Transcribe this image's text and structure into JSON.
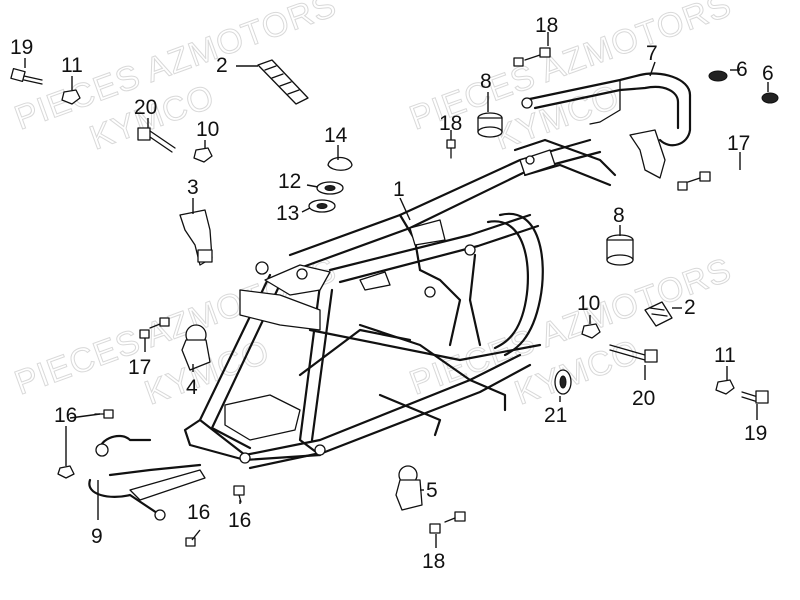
{
  "watermark": {
    "left_top": "PIECES AZMOTORS",
    "left_bottom": "KYMCO",
    "right_top": "PIECES AZMOTORS",
    "right_bottom": "KYMCO",
    "lower_left_top": "PIECES AZMOTORS",
    "lower_left_bottom": "KYMCO",
    "lower_right_top": "PIECES AZMOTORS",
    "lower_right_bottom": "KYMCO"
  },
  "callouts": {
    "c1": "1",
    "c2a": "2",
    "c2b": "2",
    "c3": "3",
    "c4": "4",
    "c5": "5",
    "c6a": "6",
    "c6b": "6",
    "c7": "7",
    "c8a": "8",
    "c8b": "8",
    "c9": "9",
    "c10a": "10",
    "c10b": "10",
    "c11a": "11",
    "c11b": "11",
    "c12": "12",
    "c13": "13",
    "c14": "14",
    "c16a": "16",
    "c16b": "16",
    "c16c": "16",
    "c17a": "17",
    "c17b": "17",
    "c18a": "18",
    "c18b": "18",
    "c18c": "18",
    "c19a": "19",
    "c19b": "19",
    "c20a": "20",
    "c20b": "20",
    "c21": "21"
  },
  "colors": {
    "line": "#111111",
    "watermark": "#d9d9d9",
    "background": "#ffffff"
  }
}
